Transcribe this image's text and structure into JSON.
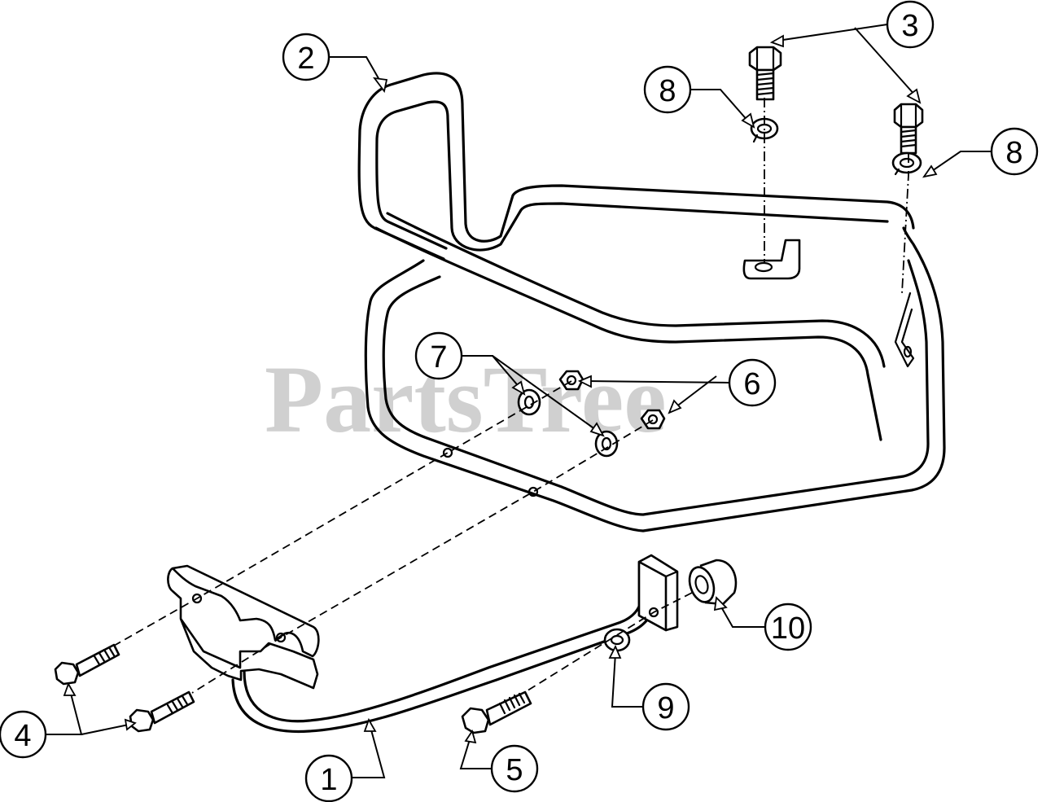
{
  "watermark": "PartsTree",
  "callouts": [
    {
      "id": "1",
      "label": "1"
    },
    {
      "id": "2",
      "label": "2"
    },
    {
      "id": "3",
      "label": "3"
    },
    {
      "id": "4",
      "label": "4"
    },
    {
      "id": "5",
      "label": "5"
    },
    {
      "id": "6",
      "label": "6"
    },
    {
      "id": "7",
      "label": "7"
    },
    {
      "id": "8a",
      "label": "8"
    },
    {
      "id": "8b",
      "label": "8"
    },
    {
      "id": "9",
      "label": "9"
    },
    {
      "id": "10",
      "label": "10"
    }
  ]
}
